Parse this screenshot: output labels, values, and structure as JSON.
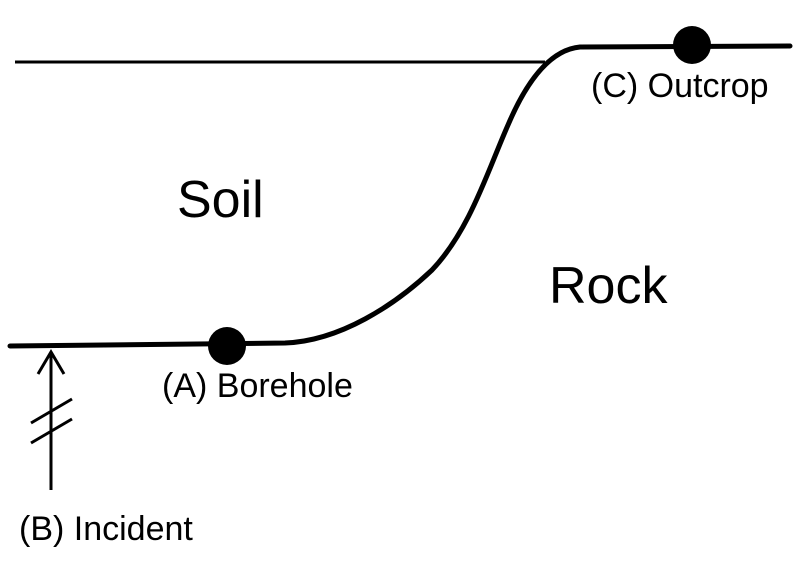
{
  "regions": {
    "soil": "Soil",
    "rock": "Rock"
  },
  "points": {
    "borehole": "(A) Borehole",
    "incident": "(B) Incident",
    "outcrop": "(C) Outcrop"
  },
  "colors": {
    "ink": "#000000",
    "background": "#ffffff"
  }
}
